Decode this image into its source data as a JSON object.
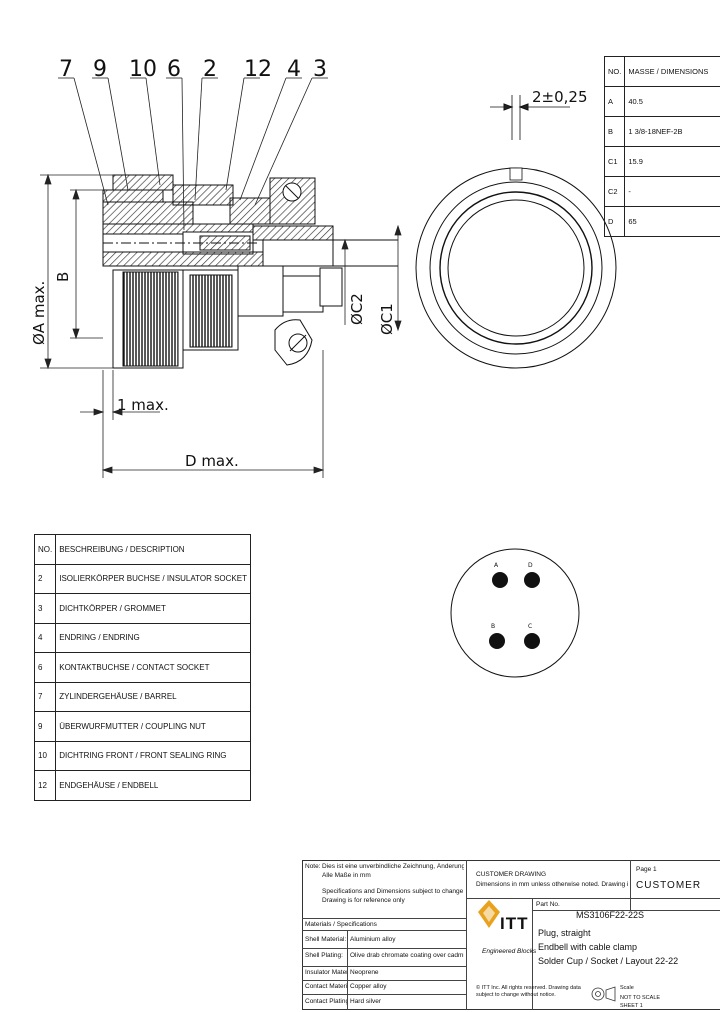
{
  "drawing": {
    "callouts": [
      "7",
      "9",
      "10",
      "6",
      "2",
      "12",
      "4",
      "3"
    ],
    "dim_A": "ØA max.",
    "dim_B": "B",
    "dim_C1": "ØC1",
    "dim_C2": "ØC2",
    "dim_1max": "1 max.",
    "dim_D": "D max.",
    "dim_slot": "2±0,25"
  },
  "pin_layout": {
    "pins": [
      "A",
      "D",
      "B",
      "C"
    ]
  },
  "dimensions_table": {
    "header": [
      "NO.",
      "MASSE / DIMENSIONS"
    ],
    "rows": [
      [
        "A",
        "40.5"
      ],
      [
        "B",
        "1 3/8-18NEF-2B"
      ],
      [
        "C1",
        "15.9"
      ],
      [
        "C2",
        "-"
      ],
      [
        "D",
        "65"
      ]
    ]
  },
  "parts_table": {
    "header": [
      "NO.",
      "BESCHREIBUNG / DESCRIPTION"
    ],
    "rows": [
      [
        "2",
        "ISOLIERKÖRPER BUCHSE / INSULATOR SOCKET"
      ],
      [
        "3",
        "DICHTKÖRPER / GROMMET"
      ],
      [
        "4",
        "ENDRING / ENDRING"
      ],
      [
        "6",
        "KONTAKTBUCHSE / CONTACT SOCKET"
      ],
      [
        "7",
        "ZYLINDERGEHÄUSE / BARREL"
      ],
      [
        "9",
        "ÜBERWURFMUTTER / COUPLING NUT"
      ],
      [
        "10",
        "DICHTRING FRONT / FRONT SEALING RING"
      ],
      [
        "12",
        "ENDGEHÄUSE / ENDBELL"
      ]
    ]
  },
  "title_block": {
    "note_label": "Note:",
    "note_1": "Dies ist eine unverbindliche Zeichnung, Änderungen vorbehalten.",
    "note_1b": "Alle Maße in mm",
    "note_2": "Specifications and Dimensions subject to change",
    "note_2b": "Drawing is for reference only",
    "spec_header": "Materials / Specifications",
    "specs": [
      [
        "Shell Material:",
        "Aluminium alloy"
      ],
      [
        "Shell Plating:",
        "Olive drab chromate coating over cadmium plating"
      ],
      [
        "Insulator Material:",
        "Neoprene"
      ],
      [
        "Contact Material:",
        "Copper alloy"
      ],
      [
        "Contact Plating:",
        "Hard silver"
      ]
    ],
    "company_label": "CUSTOMER DRAWING",
    "company_note": "Dimensions in mm unless otherwise noted. Drawing is the property of ITT and must not be used without permission.",
    "page_label": "Page 1",
    "page_value": "CUSTOMER",
    "logo_text": "ITT",
    "logo_tagline": "Engineered Blocks",
    "part_label": "Part No.",
    "part_number": "MS3106F22-22S",
    "line_1": "Plug, straight",
    "line_2": "Endbell with cable clamp",
    "line_3": "Solder Cup / Socket / Layout 22-22",
    "legal": "© ITT Inc. All rights reserved. Drawing data subject to change without notice.",
    "scale_label": "Scale",
    "scale_value": "NOT TO SCALE",
    "sheet_value": "SHEET 1"
  },
  "colors": {
    "line": "#222222",
    "hatch": "#333333",
    "logo": "#e8a21d"
  }
}
